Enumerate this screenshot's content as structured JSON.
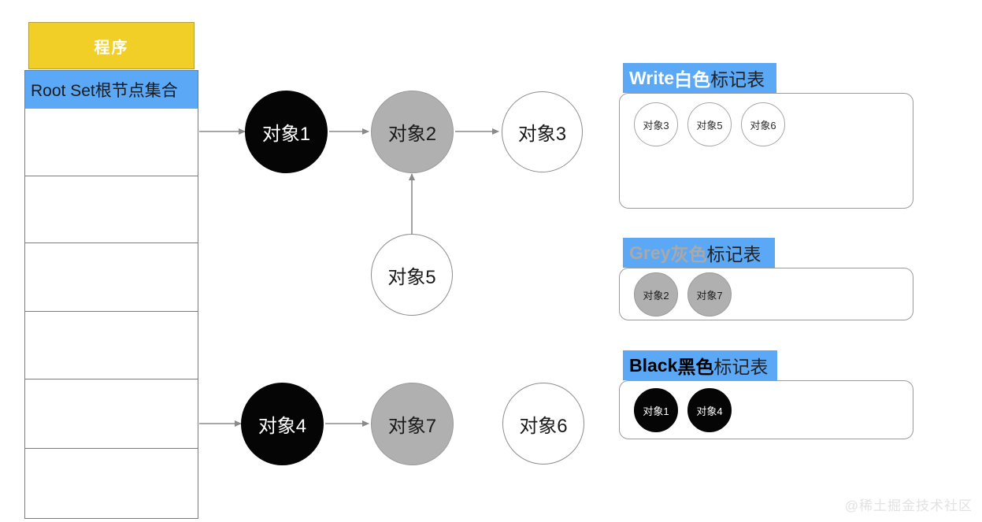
{
  "program": {
    "label": "程序"
  },
  "root_set": {
    "header": "Root Set根节点集合",
    "row_count": 6,
    "rows": [
      "",
      "",
      "",
      "",
      "",
      ""
    ]
  },
  "colors": {
    "yellow": "#f1cf26",
    "blue": "#5ba8f7",
    "grey_node": "#b0b0b0",
    "black_node": "#050505",
    "white_node": "#ffffff",
    "arrow": "#8a8a8a",
    "border": "#7b7b7b"
  },
  "graph": {
    "nodes": [
      {
        "id": "obj1",
        "label": "对象1",
        "color": "black"
      },
      {
        "id": "obj2",
        "label": "对象2",
        "color": "grey"
      },
      {
        "id": "obj3",
        "label": "对象3",
        "color": "white"
      },
      {
        "id": "obj5",
        "label": "对象5",
        "color": "white"
      },
      {
        "id": "obj4",
        "label": "对象4",
        "color": "black"
      },
      {
        "id": "obj7",
        "label": "对象7",
        "color": "grey"
      },
      {
        "id": "obj6",
        "label": "对象6",
        "color": "white"
      }
    ],
    "edges": [
      {
        "from": "root-set",
        "to": "obj1"
      },
      {
        "from": "obj1",
        "to": "obj2"
      },
      {
        "from": "obj2",
        "to": "obj3"
      },
      {
        "from": "obj5",
        "to": "obj2"
      },
      {
        "from": "root-set",
        "to": "obj4"
      },
      {
        "from": "obj4",
        "to": "obj7"
      }
    ]
  },
  "legend": {
    "panels": [
      {
        "keyword": "Write ",
        "color_word": "白色",
        "tail": "标记表",
        "keyword_style": "white",
        "chip_style": "white",
        "chips": [
          "对象3",
          "对象5",
          "对象6"
        ]
      },
      {
        "keyword": "Grey ",
        "color_word": "灰色",
        "tail": "标记表",
        "keyword_style": "grey",
        "chip_style": "grey",
        "chips": [
          "对象2",
          "对象7"
        ]
      },
      {
        "keyword": "Black ",
        "color_word": "黑色",
        "tail": "标记表",
        "keyword_style": "black",
        "chip_style": "black",
        "chips": [
          "对象1",
          "对象4"
        ]
      }
    ]
  },
  "watermark": {
    "text": "@稀土掘金技术社区"
  }
}
